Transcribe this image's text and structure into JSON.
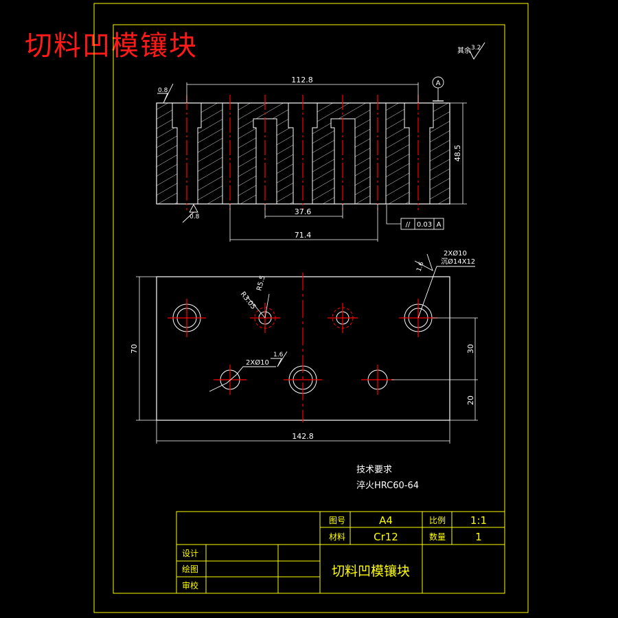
{
  "header": {
    "title": "切料凹模镶块"
  },
  "roughness_note": {
    "label": "其余",
    "value": "3.2"
  },
  "datum_label": "A",
  "top_view": {
    "dim_total_width": "112.8",
    "dim_height": "48.5",
    "dim_hole_spacing": "37.6",
    "dim_outer_spacing": "71.4",
    "roughness_left_top": "0.8",
    "roughness_bottom": "0.8",
    "tolerance": {
      "symbol": "//",
      "value": "0.03",
      "datum": "A"
    }
  },
  "plan_view": {
    "dim_width": "142.8",
    "dim_height": "70",
    "dim_30": "30",
    "dim_20": "20",
    "callout_top_right_line1": "2XØ10",
    "callout_top_right_line2": "沉Ø14X12",
    "callout_top_right_rough": "1.6",
    "callout_left_holes": "2XØ10",
    "callout_left_rough": "1.6",
    "radius_small": "R3.05",
    "radius_large": "R5.5"
  },
  "tech_requirements": {
    "heading": "技术要求",
    "line1": "淬火HRC60-64"
  },
  "title_block": {
    "drawing_no_label": "图号",
    "drawing_no_value": "A4",
    "scale_label": "比例",
    "scale_value": "1:1",
    "material_label": "材料",
    "material_value": "Cr12",
    "quantity_label": "数量",
    "quantity_value": "1",
    "design_label": "设计",
    "draw_label": "绘图",
    "review_label": "审校",
    "part_name": "切料凹模镶块"
  },
  "colors": {
    "frame": "#ffff00",
    "lines": "#ffffff",
    "center": "#ff0000",
    "title": "#ff1a1a",
    "background": "#000000"
  }
}
